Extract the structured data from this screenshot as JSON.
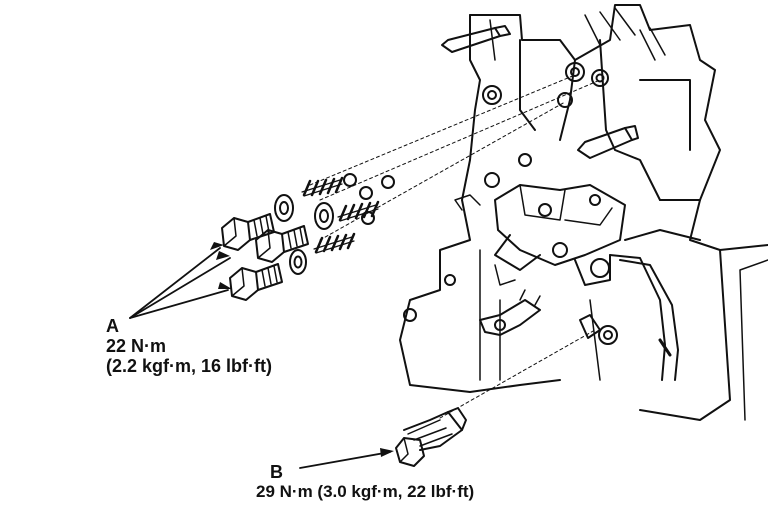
{
  "callouts": {
    "a": {
      "letter": "A",
      "torque_nm": "22 N·m",
      "torque_alt": "(2.2 kgf·m, 16 lbf·ft)"
    },
    "b": {
      "letter": "B",
      "torque": "29 N·m (3.0 kgf·m, 22 lbf·ft)"
    }
  },
  "colors": {
    "ink": "#111111",
    "paper": "#ffffff"
  }
}
